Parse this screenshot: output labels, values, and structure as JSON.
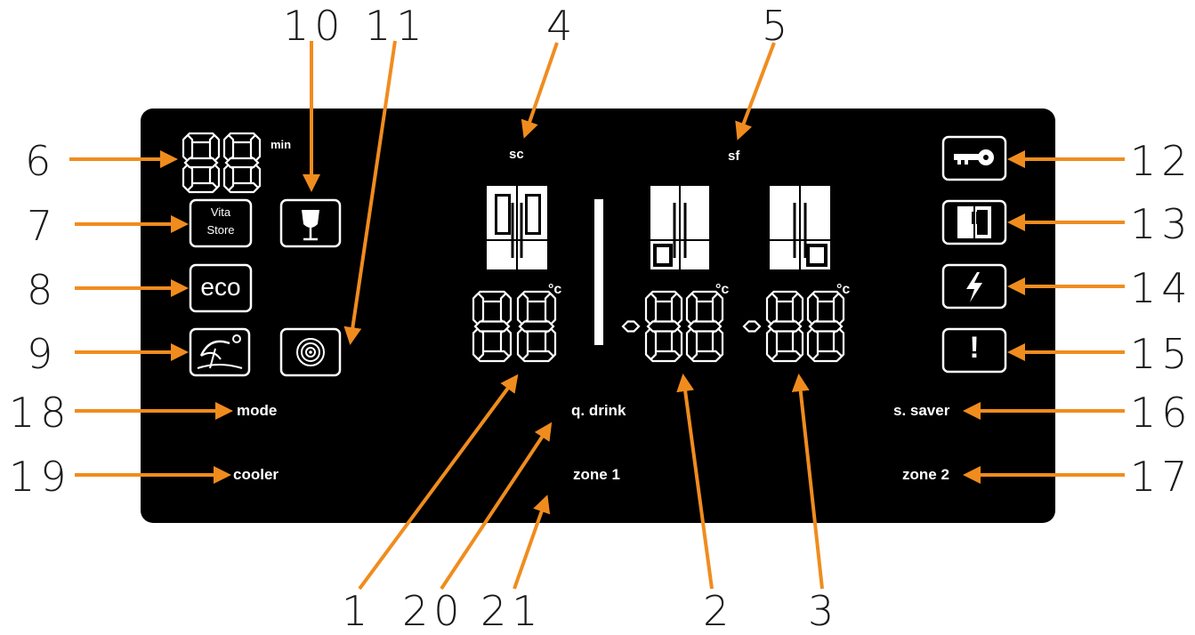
{
  "colors": {
    "panel": "#000000",
    "arrow": "#f08c1e",
    "segment": "#ffffff",
    "callout_text": "#1a1a1a"
  },
  "callouts": {
    "c1": "1",
    "c2": "2",
    "c3": "3",
    "c4": "4",
    "c5": "5",
    "c6": "6",
    "c7": "7",
    "c8": "8",
    "c9": "9",
    "c10": "10",
    "c11": "11",
    "c12": "12",
    "c13": "13",
    "c14": "14",
    "c15": "15",
    "c16": "16",
    "c17": "17",
    "c18": "18",
    "c19": "19",
    "c20": "20",
    "c21": "21"
  },
  "panel": {
    "timer_unit": "min",
    "sc_label": "sc",
    "sf_label": "sf",
    "vita_line1": "Vita",
    "vita_line2": "Store",
    "eco_label": "eco",
    "mode_label": "mode",
    "cooler_label": "cooler",
    "q_drink_label": "q. drink",
    "zone1_label": "zone 1",
    "zone2_label": "zone 2",
    "s_saver_label": "s. saver",
    "alarm_symbol": "!",
    "degree_unit": "°c",
    "fridge_display_digits": "88",
    "zone1_display_digits": "-88",
    "zone2_display_digits": "-88",
    "timer_digits": "88"
  },
  "icons": {
    "timer": "seven-segment-digits",
    "wine": "wine-glass-icon",
    "vita": "vita-store-icon",
    "eco": "eco-icon",
    "holiday": "beach-umbrella-icon",
    "ice": "concentric-circles-icon",
    "lock": "key-icon",
    "door": "fridge-door-icon",
    "power": "lightning-icon",
    "alarm": "exclamation-icon"
  }
}
